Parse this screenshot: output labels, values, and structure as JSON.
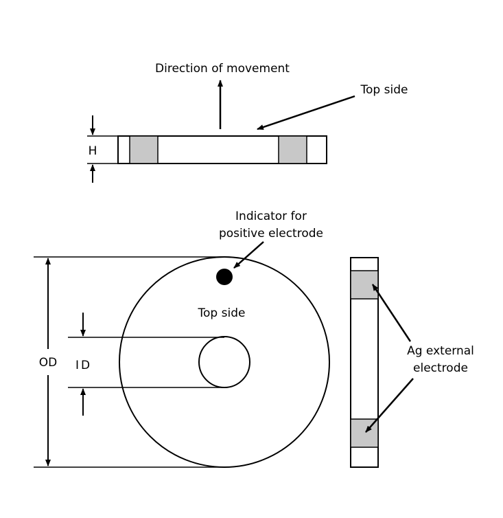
{
  "labels": {
    "direction": "Direction of movement",
    "top_side_upper": "Top side",
    "height": "H",
    "indicator_line1": "Indicator for",
    "indicator_line2": "positive electrode",
    "top_side_disc": "Top side",
    "outer_diameter": "OD",
    "inner_diameter": "ID",
    "electrode_line1": "Ag external",
    "electrode_line2": "electrode"
  },
  "colors": {
    "stroke": "#000000",
    "electrode_fill": "#c8c8c8",
    "background": "#ffffff"
  }
}
